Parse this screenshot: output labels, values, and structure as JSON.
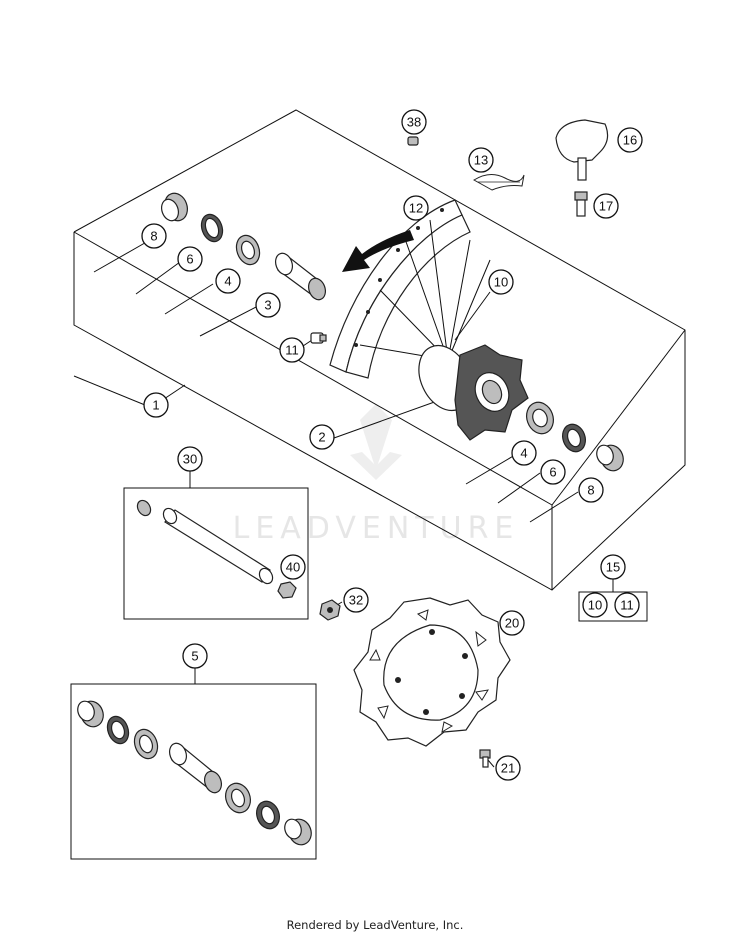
{
  "footer_text": "Rendered by LeadVenture, Inc.",
  "watermark_text": "LEADVENTURE",
  "callouts": {
    "c1": "1",
    "c2": "2",
    "c3": "3",
    "c4a": "4",
    "c4b": "4",
    "c5": "5",
    "c6a": "6",
    "c6b": "6",
    "c8a": "8",
    "c8b": "8",
    "c10": "10",
    "c11": "11",
    "c12": "12",
    "c13": "13",
    "c15": "15",
    "c15_10": "10",
    "c15_11": "11",
    "c16": "16",
    "c17": "17",
    "c20": "20",
    "c21": "21",
    "c30": "30",
    "c32": "32",
    "c38": "38",
    "c40": "40"
  },
  "colors": {
    "line": "#111111",
    "watermark": "#e6e6e6",
    "background": "#ffffff"
  }
}
